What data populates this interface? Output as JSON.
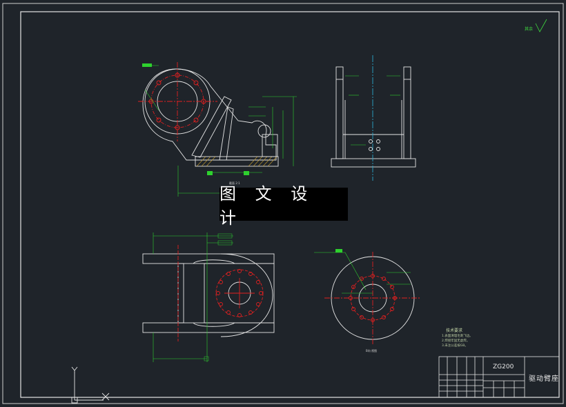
{
  "watermark": "图 文 设 计",
  "title_block": {
    "drawing_code": "ZG200",
    "part_name": "驱动臂座"
  },
  "technical_requirements": {
    "title": "技术要求",
    "items": [
      "1.表面清理毛刺飞边。",
      "2.焊接牢固无虚焊。",
      "3.未注公差按GB。"
    ]
  },
  "roughness_note": "其余",
  "view_labels": {
    "front": "截面 2:1",
    "bottom_right": "B向 视图"
  },
  "colors": {
    "background": "#1f242a",
    "outline": "#e6e6e6",
    "dimension": "#2ed12e",
    "center_line": "#e02020",
    "hatch": "#c8a030",
    "hidden": "#2aa7c9"
  }
}
